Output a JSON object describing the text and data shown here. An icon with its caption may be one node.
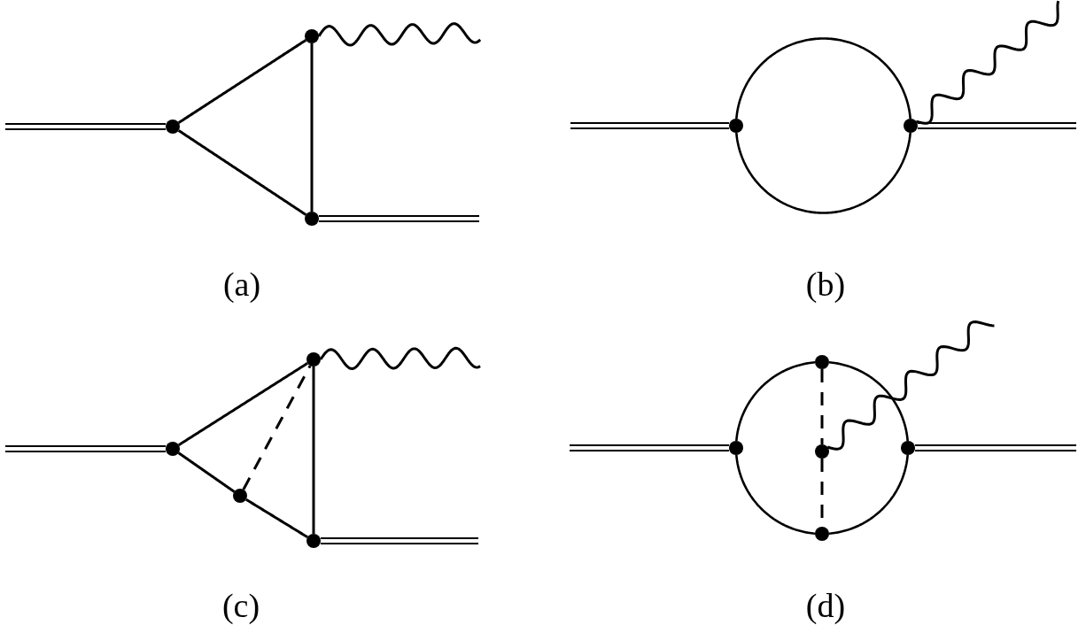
{
  "diagram": {
    "nodes": [
      {
        "text": [],
        "shape": "circle"
      },
      {
        "text": [],
        "shape": "circle"
      },
      {
        "text": [],
        "shape": "circle"
      },
      {
        "text": [],
        "shape": "circle"
      },
      {
        "text": [],
        "shape": "circle"
      },
      {
        "text": [],
        "shape": "circle"
      },
      {
        "text": [],
        "shape": "circle"
      },
      {
        "text": [],
        "shape": "circle"
      },
      {
        "text": [],
        "shape": "circle"
      },
      {
        "text": [],
        "shape": "circle"
      },
      {
        "text": [],
        "shape": "circle"
      },
      {
        "text": [],
        "shape": "circle"
      },
      {
        "text": [],
        "shape": "circle"
      },
      {
        "text": [],
        "shape": "circle"
      }
    ],
    "edges": [
      {
        "from": null,
        "to": 0,
        "arrow": "none"
      },
      {
        "from": 0,
        "to": 1,
        "arrow": "none"
      },
      {
        "from": 0,
        "to": 2,
        "arrow": "none"
      },
      {
        "from": 1,
        "to": 2,
        "arrow": "none"
      },
      {
        "from": 1,
        "to": null,
        "arrow": "none"
      },
      {
        "from": 2,
        "to": null,
        "arrow": "none"
      },
      {
        "from": null,
        "to": 3,
        "arrow": "none"
      },
      {
        "from": 3,
        "to": 4,
        "arrow": "none"
      },
      {
        "from": 3,
        "to": 4,
        "arrow": "none"
      },
      {
        "from": 4,
        "to": null,
        "arrow": "none"
      },
      {
        "from": 4,
        "to": null,
        "arrow": "none"
      },
      {
        "from": null,
        "to": 5,
        "arrow": "none"
      },
      {
        "from": 5,
        "to": 6,
        "arrow": "none"
      },
      {
        "from": 5,
        "to": 7,
        "arrow": "none"
      },
      {
        "from": 7,
        "to": 8,
        "arrow": "none"
      },
      {
        "from": 7,
        "to": 6,
        "arrow": "none",
        "style": "dashed"
      },
      {
        "from": 6,
        "to": 8,
        "arrow": "none"
      },
      {
        "from": 6,
        "to": null,
        "arrow": "none"
      },
      {
        "from": 8,
        "to": null,
        "arrow": "none"
      },
      {
        "from": null,
        "to": 10,
        "arrow": "none"
      },
      {
        "from": 10,
        "to": 9,
        "arrow": "none"
      },
      {
        "from": 9,
        "to": 12,
        "arrow": "none"
      },
      {
        "from": 12,
        "to": 13,
        "arrow": "none"
      },
      {
        "from": 13,
        "to": 10,
        "arrow": "none"
      },
      {
        "from": 9,
        "to": 11,
        "arrow": "none",
        "style": "dashed"
      },
      {
        "from": 11,
        "to": 13,
        "arrow": "none",
        "style": "dashed"
      },
      {
        "from": 11,
        "to": null,
        "arrow": "none"
      },
      {
        "from": 12,
        "to": null,
        "arrow": "none"
      }
    ],
    "labels": [
      "(a)",
      "(b)",
      "(c)",
      "(d)"
    ]
  }
}
